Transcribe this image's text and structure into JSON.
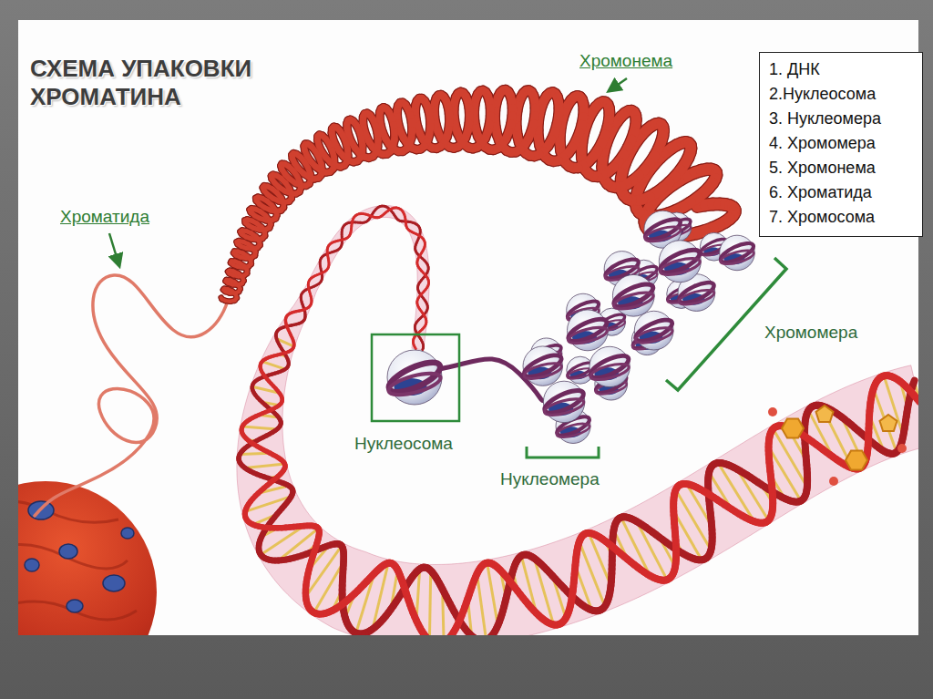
{
  "diagram": {
    "title": "СХЕМА УПАКОВКИ ХРОМАТИНА",
    "nodes": [
      {
        "text": [
          "1. ДНК",
          "2.Нуклеосома",
          "3. Нуклеомера",
          "4. Хромомера",
          "5. Хромонема",
          "6. Хроматида",
          "7. Хромосома"
        ]
      }
    ],
    "labels": [
      "Хромонема",
      "Хроматида",
      "Хромомера",
      "Нуклеосома",
      "Нуклеомера"
    ]
  }
}
